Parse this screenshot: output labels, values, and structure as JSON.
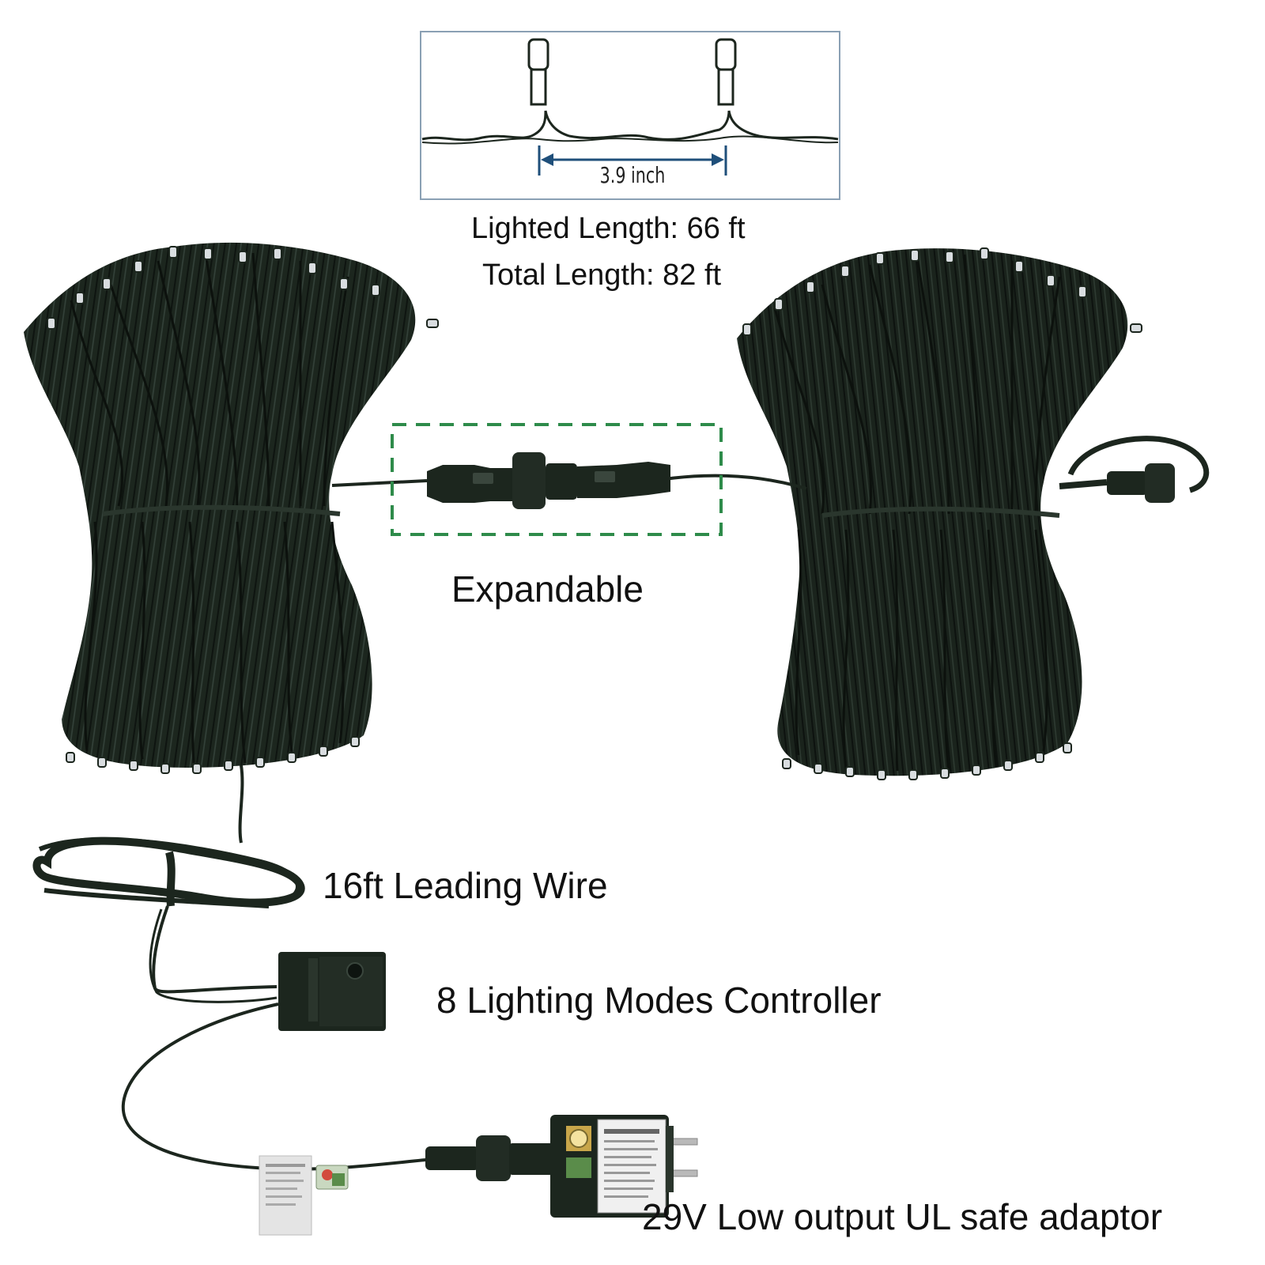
{
  "diagram": {
    "spacing_label": "3.9 inch",
    "lighted_length": "Lighted Length: 66 ft",
    "total_length": "Total Length: 82 ft"
  },
  "callouts": {
    "expandable": "Expandable",
    "leading_wire": "16ft Leading Wire",
    "controller": "8 Lighting Modes Controller",
    "adaptor": "29V Low output UL safe adaptor"
  },
  "colors": {
    "wire": "#1c261e",
    "highlight_box": "#2e8b4a",
    "dimension_arrow": "#1f4f7a",
    "diagram_border": "#8aa0b4"
  }
}
